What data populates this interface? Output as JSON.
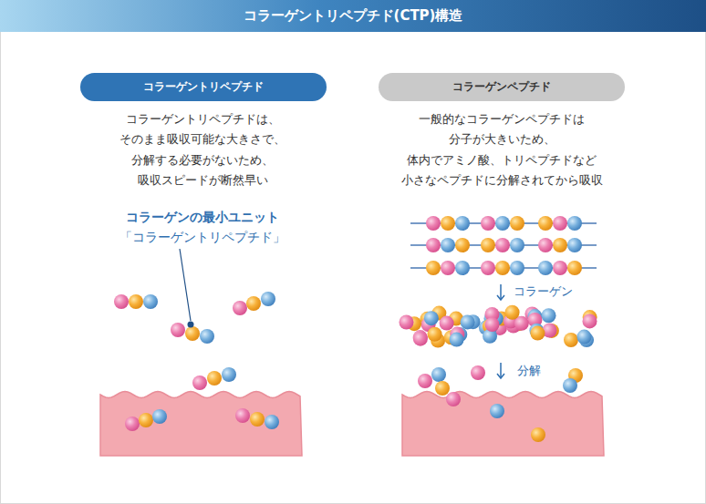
{
  "diagram": {
    "title": "コラーゲントリペプチド(CTP)構造",
    "nodes": [
      {
        "text": [
          "コラーゲントリペプチド"
        ]
      },
      {
        "text": [
          "コラーゲンペプチド"
        ]
      }
    ],
    "labels": [
      "コラーゲントリペプチドは、",
      "そのまま吸収可能な大きさで、",
      "分解する必要がないため、",
      "吸収スピードが断然早い",
      "コラーゲンの最小ユニット",
      "「コラーゲントリペプチド」",
      "一般的なコラーゲンペプチドは",
      "分子が大きいため、",
      "体内でアミノ酸、トリペプチドなど",
      "小さなペプチドに分解されてから吸収",
      "コラーゲン",
      "分解"
    ]
  }
}
